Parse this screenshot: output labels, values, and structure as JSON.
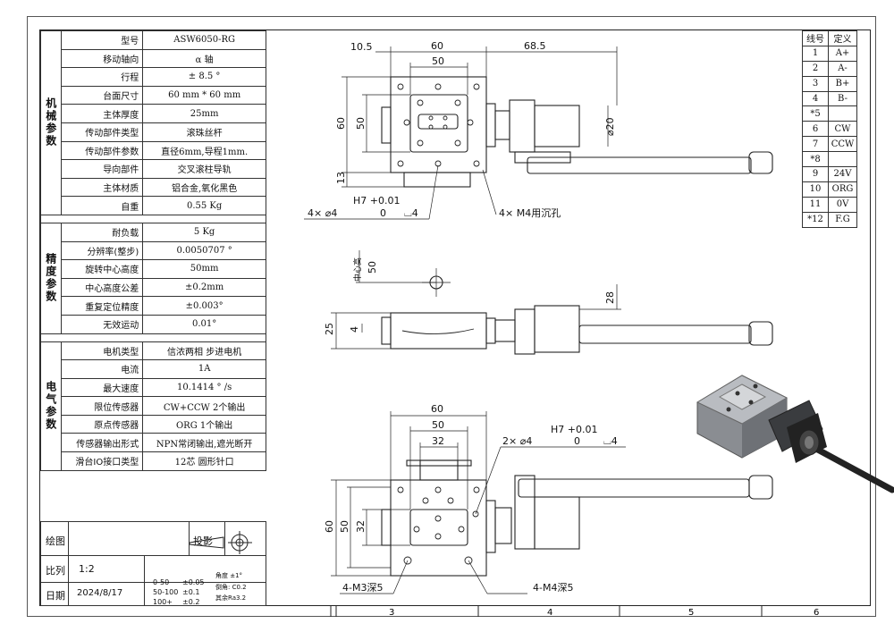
{
  "specs": {
    "mech": {
      "label": "机械参数",
      "rows": [
        {
          "k": "型号",
          "v": "ASW6050-RG"
        },
        {
          "k": "移动轴向",
          "v": "α 轴"
        },
        {
          "k": "行程",
          "v": "± 8.5 °"
        },
        {
          "k": "台面尺寸",
          "v": "60 mm * 60 mm"
        },
        {
          "k": "主体厚度",
          "v": "25mm"
        },
        {
          "k": "传动部件类型",
          "v": "滚珠丝杆"
        },
        {
          "k": "传动部件参数",
          "v": "直径6mm,导程1mm."
        },
        {
          "k": "导向部件",
          "v": "交叉滚柱导轨"
        },
        {
          "k": "主体材质",
          "v": "铝合金,氧化黑色"
        },
        {
          "k": "自重",
          "v": "0.55 Kg"
        }
      ]
    },
    "prec": {
      "label": "精度参数",
      "rows": [
        {
          "k": "耐负载",
          "v": "5 Kg"
        },
        {
          "k": "分辨率(整步)",
          "v": "0.0050707 °"
        },
        {
          "k": "旋转中心高度",
          "v": "50mm"
        },
        {
          "k": "中心高度公差",
          "v": "±0.2mm"
        },
        {
          "k": "重复定位精度",
          "v": "±0.003°"
        },
        {
          "k": "无效运动",
          "v": "0.01°"
        }
      ]
    },
    "elec": {
      "label": "电气参数",
      "rows": [
        {
          "k": "电机类型",
          "v": "信浓两相 步进电机"
        },
        {
          "k": "电流",
          "v": "1A"
        },
        {
          "k": "最大速度",
          "v": "10.1414 ° /s"
        },
        {
          "k": "限位传感器",
          "v": "CW+CCW 2个输出"
        },
        {
          "k": "原点传感器",
          "v": "ORG 1个输出"
        },
        {
          "k": "传感器输出形式",
          "v": "NPN常闭输出,遮光断开"
        },
        {
          "k": "滑台IO接口类型",
          "v": "12芯 圆形针口"
        }
      ]
    }
  },
  "pins": {
    "header": [
      "线号",
      "定义"
    ],
    "rows": [
      {
        "n": "1",
        "d": "A+"
      },
      {
        "n": "2",
        "d": "A-"
      },
      {
        "n": "3",
        "d": "B+"
      },
      {
        "n": "4",
        "d": "B-"
      },
      {
        "n": "*5",
        "d": ""
      },
      {
        "n": "6",
        "d": "CW"
      },
      {
        "n": "7",
        "d": "CCW"
      },
      {
        "n": "*8",
        "d": ""
      },
      {
        "n": "9",
        "d": "24V"
      },
      {
        "n": "10",
        "d": "ORG"
      },
      {
        "n": "11",
        "d": "0V"
      },
      {
        "n": "*12",
        "d": "F.G"
      }
    ]
  },
  "titleblock": {
    "drawing": "绘图",
    "projection": "投影",
    "scale_label": "比列",
    "scale": "1:2",
    "date_label": "日期",
    "date": "2024/8/17",
    "tol1": "0-50",
    "tol1v": "±0.05",
    "tol2": "50-100",
    "tol2v": "±0.1",
    "tol3": "100+",
    "tol3v": "±0.2",
    "angle": "角度 ±1°",
    "chamfer": "倒角: C0.2",
    "radius": "其余Ra3.2"
  },
  "zones": [
    "3",
    "4",
    "5",
    "6"
  ],
  "dims": {
    "top": {
      "d105": "10.5",
      "d60": "60",
      "d50": "50",
      "d685": "68.5",
      "d60v": "60",
      "d50v": "50",
      "d13": "13",
      "phi20": "⌀20",
      "h7": "H7 +0.01",
      "hole": "4× ⌀4",
      "hole0": "0",
      "hole_depth": "⌴4",
      "m4": "4× M4用沉孔"
    },
    "mid": {
      "center": "中心高",
      "c50": "50",
      "d28": "28",
      "d25": "25",
      "d4": "4"
    },
    "bot": {
      "d60": "60",
      "d50": "50",
      "d32": "32",
      "d60v": "60",
      "d50v": "50",
      "d32v": "32",
      "h7": "H7 +0.01",
      "hole": "2× ⌀4",
      "hole0": "0",
      "hole_depth": "⌴4",
      "m3": "4-M3深5",
      "m4": "4-M4深5"
    }
  }
}
